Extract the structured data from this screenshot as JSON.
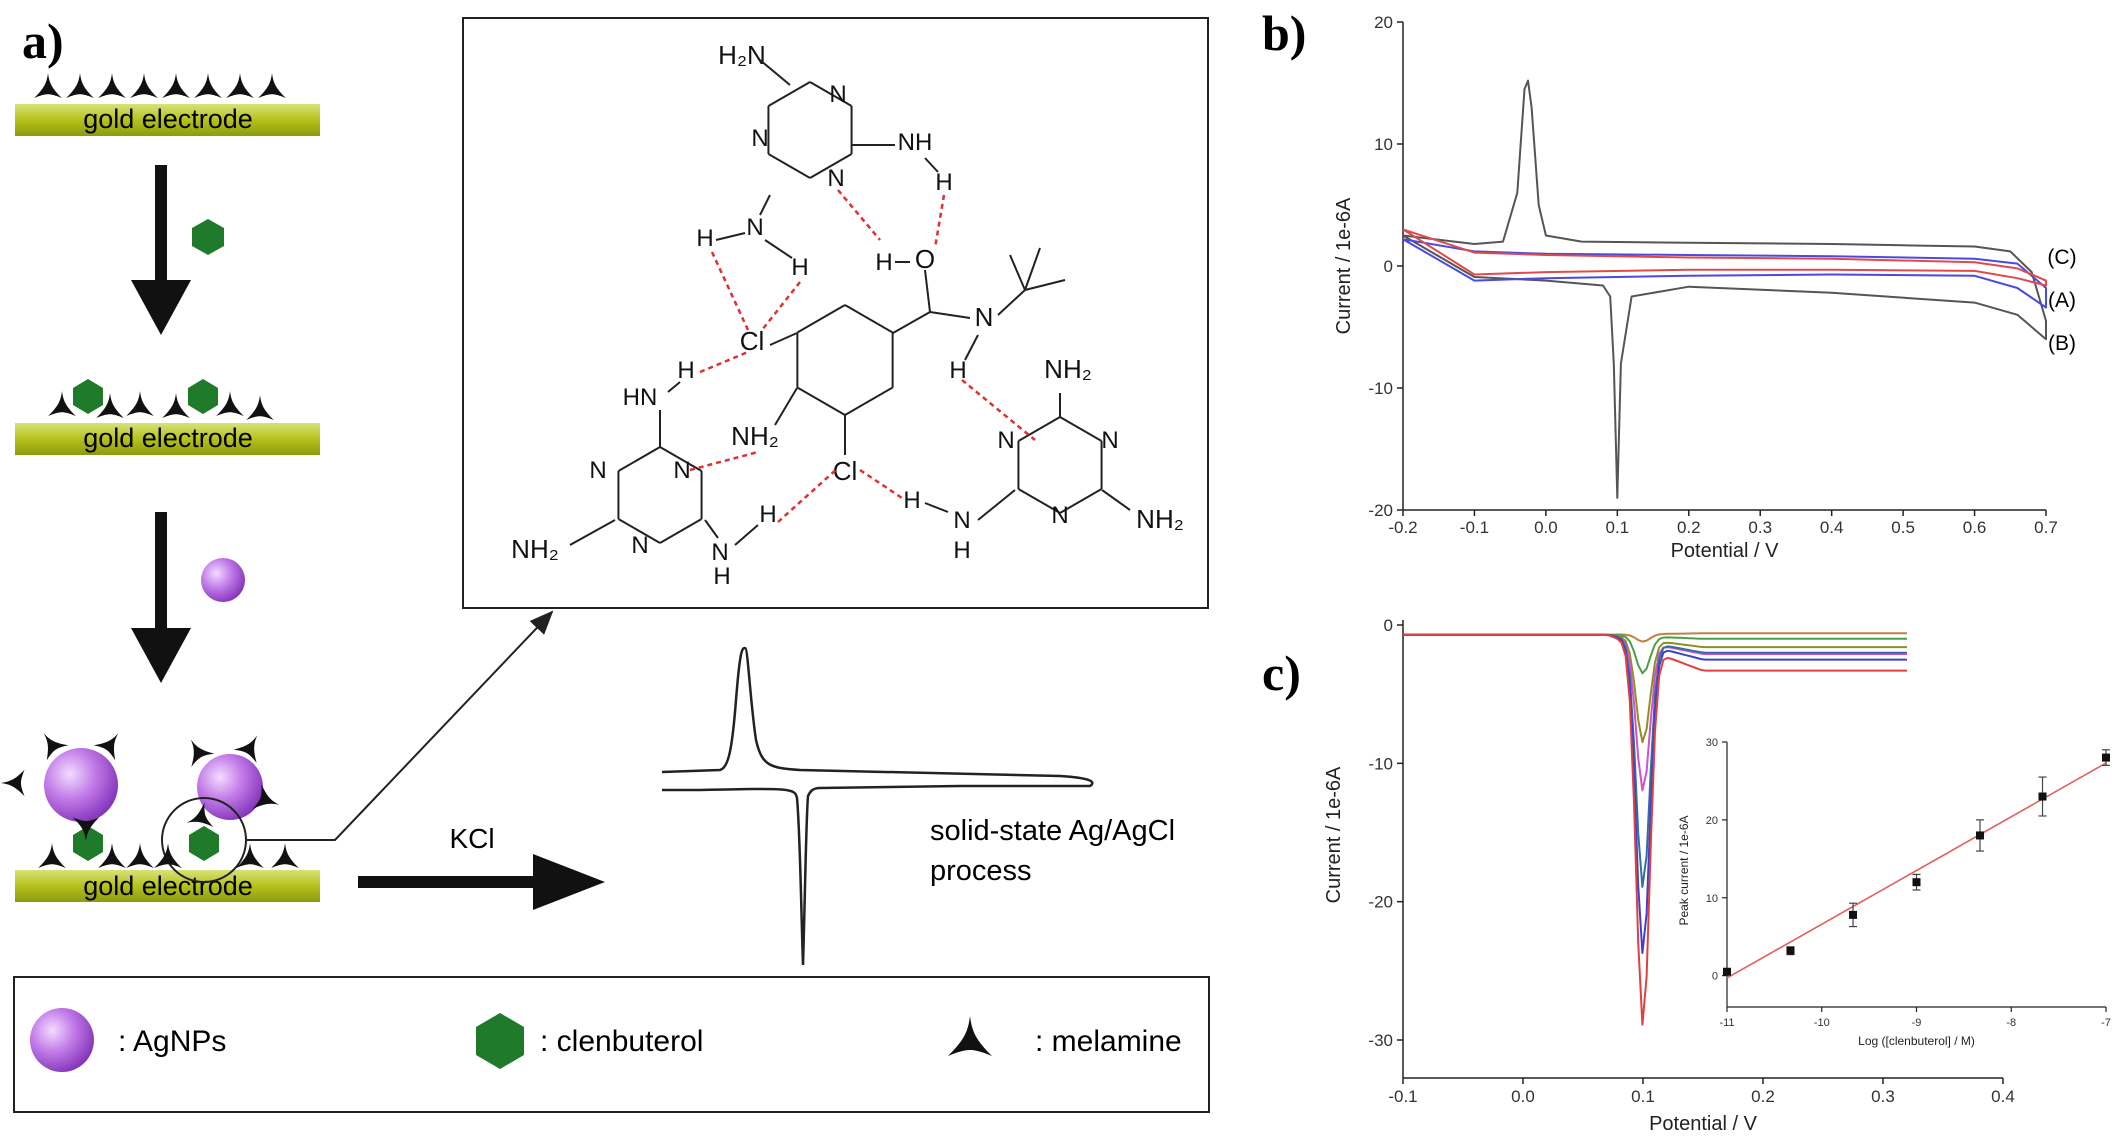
{
  "panel_a": {
    "label": "a)",
    "electrode_label": "gold electrode",
    "kcl_label": "KCl",
    "process_line1": "solid-state Ag/AgCl",
    "process_line2": "process",
    "colors": {
      "electrode": "#b5c21a",
      "clenbuterol": "#1f7a2a",
      "agnp": "#9b3fd6",
      "hbond": "#e03030"
    },
    "molecule_labels": {
      "top_melamine": [
        "H₂N",
        "N",
        "N",
        "N",
        "NH",
        "H",
        "N",
        "H",
        "H",
        "H"
      ],
      "clenbuterol": [
        "O",
        "H",
        "N",
        "H",
        "Cl",
        "Cl",
        "NH₂"
      ],
      "left_melamine": [
        "HN",
        "H",
        "N",
        "N",
        "N",
        "NH₂",
        "N",
        "H",
        "H"
      ],
      "right_melamine": [
        "NH₂",
        "N",
        "N",
        "N",
        "NH₂",
        "H",
        "N",
        "H"
      ]
    },
    "legend": [
      {
        "icon": "agnp",
        "text": ": AgNPs"
      },
      {
        "icon": "clenbuterol",
        "text": ": clenbuterol"
      },
      {
        "icon": "melamine",
        "text": ": melamine"
      }
    ]
  },
  "panel_b": {
    "label": "b)",
    "curve_labels": [
      "(C)",
      "(A)",
      "(B)"
    ]
  },
  "panel_c": {
    "label": "c)"
  },
  "chart_data": [
    {
      "id": "b",
      "type": "line",
      "xlabel": "Potential / V",
      "ylabel": "Current / 1e-6A",
      "xlim": [
        -0.2,
        0.7
      ],
      "ylim": [
        -20,
        20
      ],
      "xticks": [
        -0.2,
        -0.1,
        0.0,
        0.1,
        0.2,
        0.3,
        0.4,
        0.5,
        0.6,
        0.7
      ],
      "yticks": [
        -20,
        -10,
        0,
        10,
        20
      ],
      "series": [
        {
          "name": "(B)",
          "color": "#555555",
          "x": [
            -0.2,
            -0.1,
            -0.06,
            -0.04,
            -0.03,
            -0.025,
            -0.02,
            -0.01,
            0.0,
            0.05,
            0.2,
            0.4,
            0.5,
            0.6,
            0.65,
            0.68,
            0.7,
            0.7,
            0.66,
            0.6,
            0.4,
            0.2,
            0.12,
            0.105,
            0.1,
            0.095,
            0.09,
            0.08,
            0.0,
            -0.1,
            -0.2
          ],
          "y": [
            2.5,
            1.8,
            2.0,
            6.0,
            14.5,
            15.2,
            13.0,
            5.0,
            2.5,
            2.0,
            1.9,
            1.8,
            1.7,
            1.6,
            1.2,
            -0.5,
            -4.5,
            -6.0,
            -4.0,
            -3.0,
            -2.2,
            -1.7,
            -2.5,
            -8.0,
            -19.0,
            -8.0,
            -2.5,
            -1.6,
            -1.2,
            -0.9,
            2.5
          ]
        },
        {
          "name": "(A)",
          "color": "#4a4ae0",
          "x": [
            -0.2,
            -0.1,
            0.0,
            0.2,
            0.4,
            0.6,
            0.66,
            0.7,
            0.7,
            0.66,
            0.6,
            0.4,
            0.2,
            0.0,
            -0.1,
            -0.2
          ],
          "y": [
            2.2,
            1.2,
            1.0,
            0.9,
            0.8,
            0.6,
            0.2,
            -1.8,
            -3.4,
            -1.8,
            -0.8,
            -0.7,
            -0.8,
            -1.0,
            -1.2,
            2.2
          ]
        },
        {
          "name": "(C)",
          "color": "#e04a4a",
          "x": [
            -0.2,
            -0.1,
            0.0,
            0.2,
            0.4,
            0.6,
            0.66,
            0.7,
            0.7,
            0.66,
            0.6,
            0.4,
            0.2,
            0.0,
            -0.1,
            -0.2
          ],
          "y": [
            3.0,
            1.1,
            0.9,
            0.7,
            0.6,
            0.3,
            -0.2,
            -1.2,
            -1.6,
            -1.0,
            -0.4,
            -0.3,
            -0.3,
            -0.5,
            -0.7,
            3.0
          ]
        }
      ]
    },
    {
      "id": "c",
      "type": "line",
      "xlabel": "Potential / V",
      "ylabel": "Current / 1e-6A",
      "xlim": [
        -0.1,
        0.4
      ],
      "ylim": [
        -30,
        0
      ],
      "xticks": [
        -0.1,
        0.0,
        0.1,
        0.2,
        0.3,
        0.4
      ],
      "yticks": [
        0,
        -10,
        -20,
        -30
      ],
      "series": [
        {
          "color": "#c08040",
          "peak": -1.2,
          "tail": -0.6
        },
        {
          "color": "#4aa04a",
          "peak": -3.5,
          "tail": -1.0
        },
        {
          "color": "#909020",
          "peak": -8.5,
          "tail": -1.6
        },
        {
          "color": "#d050d0",
          "peak": -12.0,
          "tail": -2.1
        },
        {
          "color": "#3070a0",
          "peak": -19.0,
          "tail": -2.0
        },
        {
          "color": "#4040d0",
          "peak": -23.8,
          "tail": -2.5
        },
        {
          "color": "#e04040",
          "peak": -29.0,
          "tail": -3.3
        }
      ]
    },
    {
      "id": "c_inset",
      "type": "scatter",
      "xlabel": "Log ([clenbuterol] / M)",
      "ylabel": "Peak current / 1e-6A",
      "xlim": [
        -11,
        -7
      ],
      "ylim": [
        -3,
        30
      ],
      "xticks": [
        -11,
        -10,
        -9,
        -8,
        -7
      ],
      "yticks": [
        0,
        10,
        20,
        30
      ],
      "x": [
        -11.0,
        -10.33,
        -9.67,
        -9.0,
        -8.33,
        -7.67,
        -7.0
      ],
      "y": [
        0.5,
        3.2,
        7.8,
        12.0,
        18.0,
        23.0,
        28.0
      ],
      "err": [
        0.3,
        0.5,
        1.5,
        1.0,
        2.0,
        2.5,
        1.0
      ],
      "fit": {
        "x": [
          -11.0,
          -7.0
        ],
        "y": [
          -0.3,
          27.3
        ],
        "color": "#e06060"
      }
    }
  ]
}
